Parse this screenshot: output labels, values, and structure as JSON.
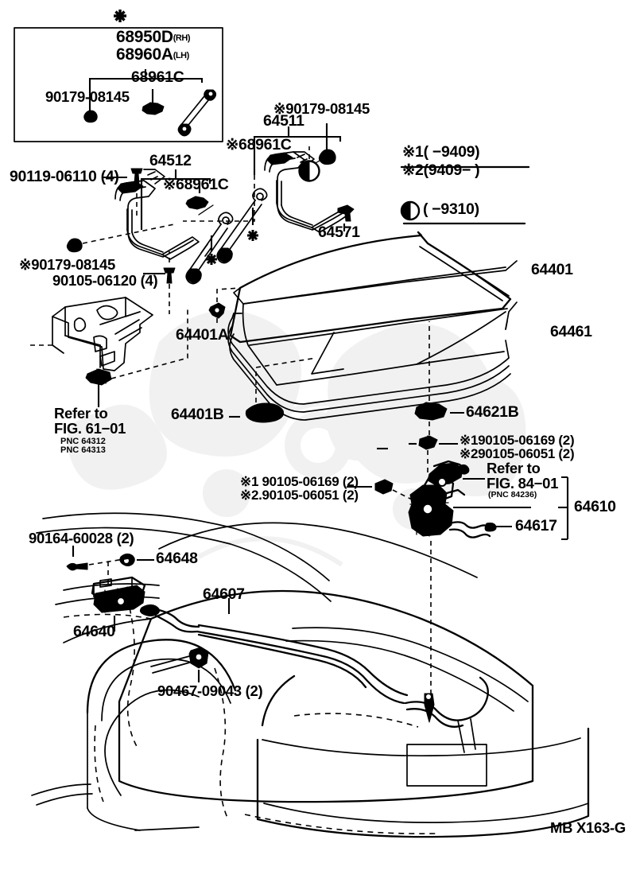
{
  "diagram": {
    "title": "Toyota trunk lid and lock parts diagram",
    "sheet_code": "MB X163-G",
    "colors": {
      "ink": "#000000",
      "paper": "#ffffff",
      "watermark": "#f0f0f0"
    }
  },
  "inset": {
    "marker": "※",
    "part_rh": "68950D",
    "suffix_rh": "(RH)",
    "part_lh": "68960A",
    "suffix_lh": "(LH)",
    "clip": "68961C",
    "grommet": "90179-08145"
  },
  "legend": {
    "note1_mark": "※1",
    "note1_text": "(        −9409)",
    "note2_mark": "※2",
    "note2_text": "(9409−         )",
    "note3_mark": "half-circle",
    "note3_text": "(        −9310)"
  },
  "labels": {
    "hinge_rh": "64512",
    "hinge_lh": "64511",
    "torsion_bar": "64571",
    "stay_clip_left": "※68961C",
    "stay_clip_mid": "※68961C",
    "stay_clip_right": "※68961C",
    "bolt_90119": "90119-06110 (4)",
    "grommet_90179_left": "※90179-08145",
    "grommet_90179_top": "※90179-08145",
    "bolt_90105_06120": "90105-06120 (4)",
    "lid_panel": "64401",
    "weatherstrip": "64461",
    "lid_clip_a": "64401A",
    "lid_cushion_b": "64401B",
    "lid_striker_plate": "64621B",
    "lock_assy": "64610",
    "lock_cable": "64617",
    "hinge_bracket": "64640",
    "release_lever_nut": "64648",
    "release_cable": "64607",
    "cable_clamp": "90467-09043 (2)",
    "screw_90164": "90164-60028 (2)",
    "bolt_note1": "※1 90105-06169 (2)",
    "bolt_note2": "※2.90105-06051 (2)",
    "bolt_note1_upper": "※190105-06169 (2)",
    "bolt_note2_upper": "※290105-06051 (2)",
    "refer_61_line1": "Refer to",
    "refer_61_line2": "FIG. 61−01",
    "refer_61_pnc1": "PNC 64312",
    "refer_61_pnc2": "PNC 64313",
    "refer_84_line1": "Refer to",
    "refer_84_line2": "FIG. 84−01",
    "refer_84_pnc": "(PNC 84236)"
  }
}
